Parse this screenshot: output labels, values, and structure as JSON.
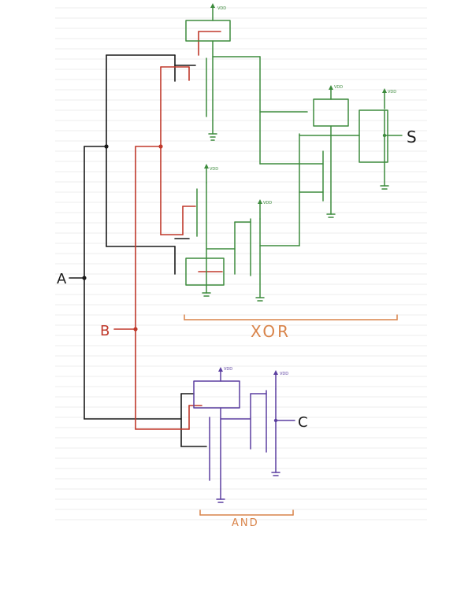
{
  "inputs": {
    "a": "A",
    "b": "B"
  },
  "outputs": {
    "sum": "S",
    "carry": "C"
  },
  "supply_label": "VDD",
  "supply_label_alt": "VDD",
  "blocks": {
    "xor": "XOR",
    "and": "AND"
  },
  "colors": {
    "wire_a": "#1a1a1a",
    "wire_b": "#c0392b",
    "xor_block": "#3d8b3d",
    "and_block": "#5b3fa0",
    "bracket": "#d9844a"
  }
}
